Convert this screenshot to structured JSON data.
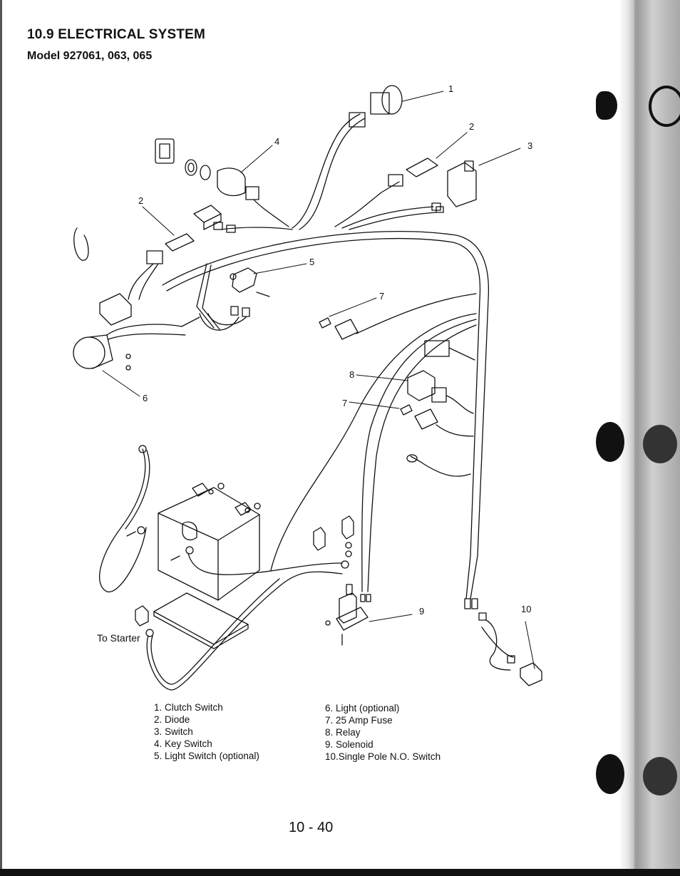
{
  "header": {
    "section_title": "10.9 ELECTRICAL SYSTEM",
    "model": "Model 927061, 063, 065"
  },
  "diagram": {
    "callouts": [
      "1",
      "2",
      "3",
      "4",
      "2",
      "5",
      "7",
      "6",
      "8",
      "7",
      "9",
      "10"
    ],
    "to_starter": "To Starter"
  },
  "legend": {
    "left": [
      {
        "num": "1.",
        "label": "Clutch Switch"
      },
      {
        "num": "2.",
        "label": "Diode"
      },
      {
        "num": "3.",
        "label": "Switch"
      },
      {
        "num": "4.",
        "label": "Key Switch"
      },
      {
        "num": "5.",
        "label": "Light Switch (optional)"
      }
    ],
    "right": [
      {
        "num": "6.",
        "label": "Light (optional)"
      },
      {
        "num": "7.",
        "label": "25 Amp Fuse"
      },
      {
        "num": "8.",
        "label": "Relay"
      },
      {
        "num": "9.",
        "label": "Solenoid"
      },
      {
        "num": "10.",
        "label": "Single Pole N.O. Switch"
      }
    ]
  },
  "page_number": "10 - 40",
  "colors": {
    "ink": "#111111",
    "paper": "#ffffff"
  }
}
